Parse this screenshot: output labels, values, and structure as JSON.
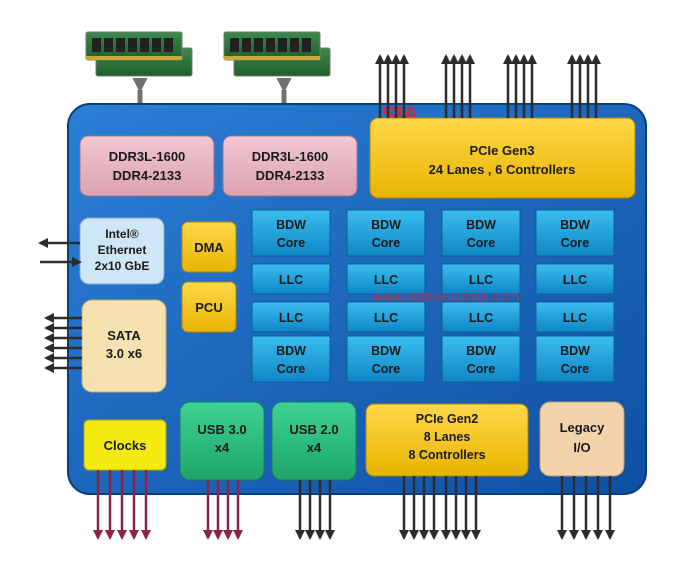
{
  "watermark_logo": "S|A",
  "watermark_url": "www.semiaccurate.com",
  "memory": [
    {
      "line1": "DDR3L-1600",
      "line2": "DDR4-2133"
    },
    {
      "line1": "DDR3L-1600",
      "line2": "DDR4-2133"
    }
  ],
  "pcie_gen3": {
    "line1": "PCIe  Gen3",
    "line2": "24 Lanes , 6 Controllers"
  },
  "pcie_gen2": {
    "line1": "PCIe  Gen2",
    "line2": "8 Lanes",
    "line3": "8 Controllers"
  },
  "ethernet": {
    "line1": "Intel®",
    "line2": "Ethernet",
    "line3": "2x10 GbE"
  },
  "dma": "DMA",
  "pcu": "PCU",
  "sata": {
    "line1": "SATA",
    "line2": "3.0 x6"
  },
  "clocks": "Clocks",
  "usb3": {
    "line1": "USB 3.0",
    "line2": "x4"
  },
  "usb2": {
    "line1": "USB 2.0",
    "line2": "x4"
  },
  "legacy": {
    "line1": "Legacy",
    "line2": "I/O"
  },
  "core_block": {
    "line1": "BDW",
    "line2": "Core"
  },
  "llc_label": "LLC",
  "colors": {
    "die_blue": "#1565c0",
    "pcie_yellow": "#f5c518",
    "memory_pink": "#e8b4c0",
    "core_cyan": "#1aa3dc",
    "usb_green": "#2bbf7d",
    "clock_yellow": "#f4ea10",
    "legacy_tan": "#f3d3aa",
    "sata_cream": "#f6e2b0",
    "ethernet_lightblue": "#cfe6f7",
    "io_lines_dark": "#2c2c2c",
    "io_lines_maroon": "#8b2247"
  }
}
